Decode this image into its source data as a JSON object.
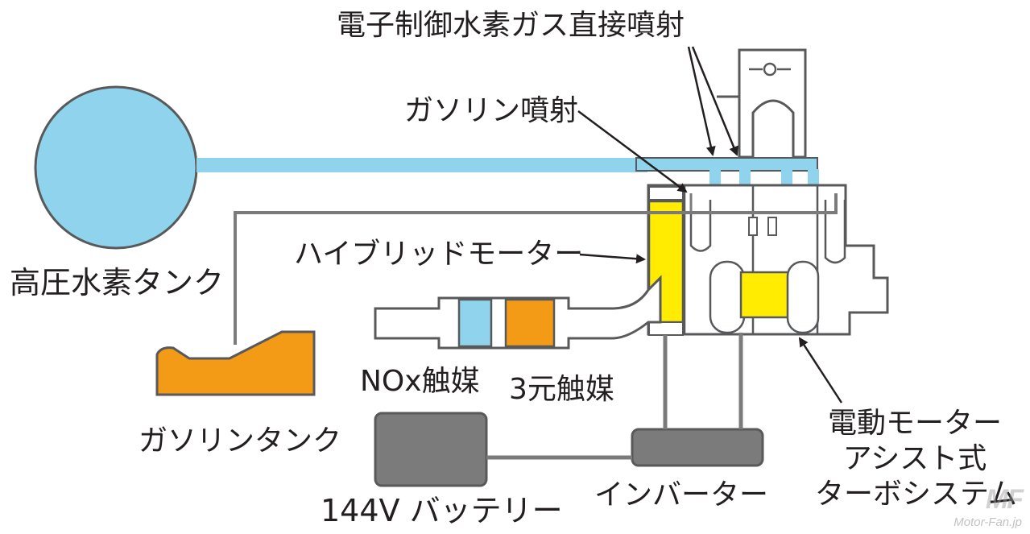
{
  "labels": {
    "direct_injection": "電子制御水素ガス直接噴射",
    "gasoline_injection": "ガソリン噴射",
    "hydrogen_tank": "高圧水素タンク",
    "hybrid_motor": "ハイブリッドモーター",
    "nox_catalyst": "NOx触媒",
    "three_way_catalyst": "3元触媒",
    "gasoline_tank": "ガソリンタンク",
    "battery": "144V バッテリー",
    "inverter": "インバーター",
    "turbo_line1": "電動モーター",
    "turbo_line2": "アシスト式",
    "turbo_line3": "ターボシステム"
  },
  "watermark": {
    "url": "Motor-Fan.jp"
  },
  "colors": {
    "hydrogen": "#8fd3ec",
    "gasoline": "#f39a17",
    "motor": "#ffec00",
    "nox": "#8fd3ec",
    "three_way": "#f39a17",
    "component": "#7b7b7b",
    "outline": "#58595b",
    "body": "#ffffff"
  }
}
